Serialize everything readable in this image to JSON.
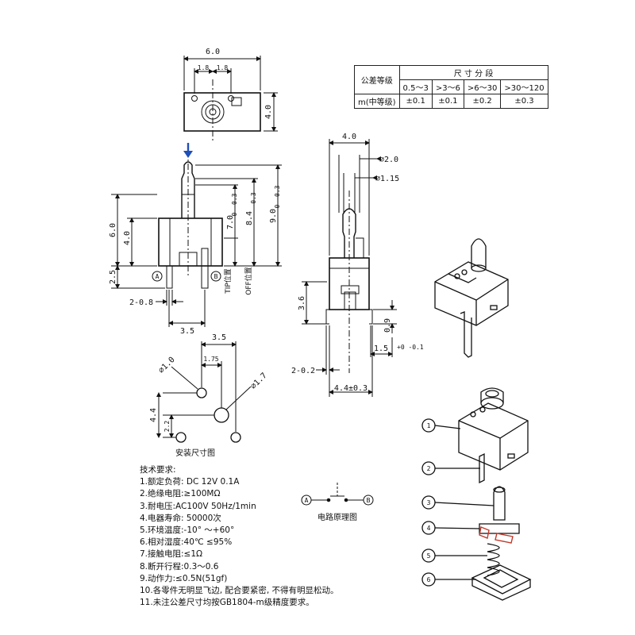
{
  "tolerance_table": {
    "row_header": "公差等级",
    "span_header": "尺 寸 分 段",
    "ranges": [
      "0.5～3",
      ">3～6",
      ">6～30",
      ">30～120"
    ],
    "grade_label": "m(中等级)",
    "values": [
      "±0.1",
      "±0.1",
      "±0.2",
      "±0.3"
    ]
  },
  "top_view": {
    "width": "6.0",
    "half_a": "1.8",
    "half_b": "1.8",
    "height": "4.0"
  },
  "front_view": {
    "body_h": "6.0",
    "body_mid": "4.0",
    "pin_len": "2.5",
    "stroke_a": "7.0",
    "stroke_a_tol": "0 -0.3",
    "stroke_b": "8.4",
    "stroke_b_tol": "-0.3",
    "total": "9.0",
    "total_tol": "0 -0.3",
    "pin_w": "2-0.8",
    "pin_pitch": "3.5",
    "pin_a": "A",
    "pin_b": "B",
    "tip_pos": "TIP位置",
    "off_pos": "OFF位置"
  },
  "side_view": {
    "width": "4.0",
    "dia_top": "⌀2.0",
    "dia_tip": "⌀1.15",
    "lead_h": "3.6",
    "lead_gap": "0.9",
    "lead_w": "2-0.2",
    "base_w": "4.4±0.3",
    "off_travel": "1.5",
    "off_travel_tol": "+0 -0.1"
  },
  "mount": {
    "pitch_x": "3.5",
    "offset_x": "1.75",
    "hole_a": "⌀1.0",
    "hole_b": "⌀1.7",
    "pitch_y": "4.4",
    "offset_y": "2.2",
    "caption": "安装尺寸图"
  },
  "circuit": {
    "a": "A",
    "b": "B",
    "caption": "电路原理图"
  },
  "explode_labels": [
    "1",
    "2",
    "3",
    "4",
    "5",
    "6"
  ],
  "requirements": {
    "title": "技术要求:",
    "items": [
      "1.额定负荷: DC 12V 0.1A",
      "2.绝缘电阻:≥100MΩ",
      "3.耐电压:AC100V 50Hz/1min",
      "4.电器寿命: 50000次",
      "5.环境温度:-10° ～+60°",
      "6.相对湿度:40℃  ≤95%",
      "7.接触电阻:≤1Ω",
      "8.断开行程:0.3～0.6",
      "9.动作力:≤0.5N(51gf)",
      "10.各零件无明显飞边, 配合要紧密, 不得有明显松动。",
      "11.未注公差尺寸均按GB1804-m级精度要求。"
    ]
  },
  "colors": {
    "arrow": "#1f4fb8",
    "contact": "#c0392b"
  }
}
